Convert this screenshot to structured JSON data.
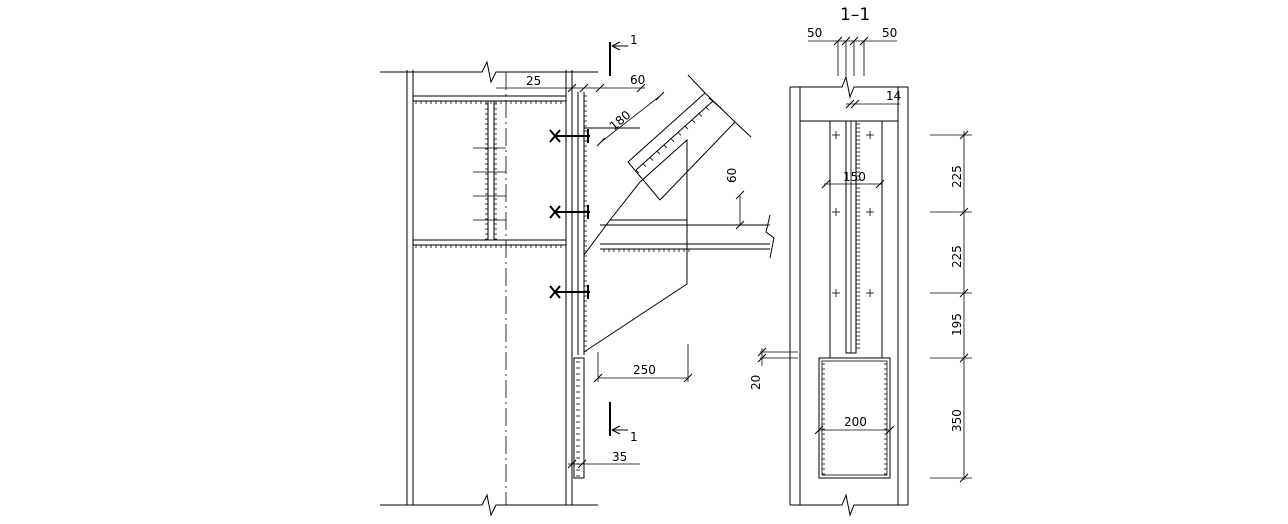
{
  "section_title": "1–1",
  "section_marks": {
    "top_label": "1",
    "bottom_label": "1"
  },
  "elevation_dims": {
    "flange_offset": "25",
    "plate_edge": "60",
    "plate_diag": "180",
    "brace_offset": "60",
    "plate_width": "250",
    "stiffener_gap": "35"
  },
  "section_dims": {
    "left_edge": "50",
    "right_edge": "50",
    "web_thickness": "14",
    "plate_width": "150",
    "base_plate_width": "200",
    "gap": "20",
    "v1": "225",
    "v2": "225",
    "v3": "195",
    "v4": "350"
  }
}
